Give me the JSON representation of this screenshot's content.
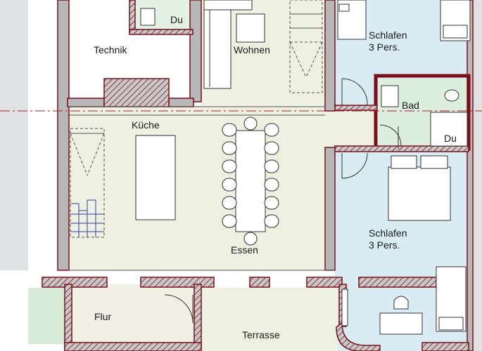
{
  "rooms": {
    "technik": "Technik",
    "du_top": "Du",
    "wohnen": "Wohnen",
    "schlafen_top_line1": "Schlafen",
    "schlafen_top_line2": "3 Pers.",
    "bad": "Bad",
    "du_right": "Du",
    "kueche": "Küche",
    "essen": "Essen",
    "schlafen_bottom_line1": "Schlafen",
    "schlafen_bottom_line2": "3 Pers.",
    "flur": "Flur",
    "terrasse": "Terrasse"
  },
  "colors": {
    "living_floor": "#eef0e1",
    "blue_floor": "#d9ebf3",
    "green_floor": "#dceedd",
    "wall_fill": "#b8b8b8",
    "wall_outline": "#7a0f1a",
    "grid_line": "#b0202a"
  }
}
